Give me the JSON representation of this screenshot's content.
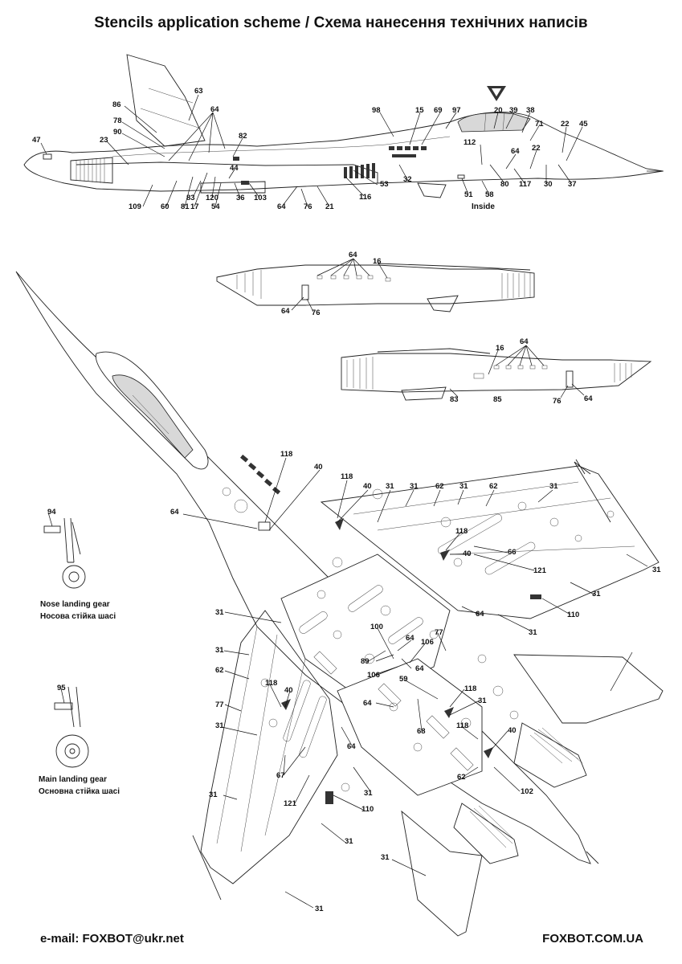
{
  "header": {
    "title": "Stencils application scheme / Схема нанесення технічних написів"
  },
  "footer": {
    "email": "e-mail: FOXBOT@ukr.net",
    "site": "FOXBOT.COM.UA"
  },
  "captions": {
    "inside": "Inside",
    "nose_gear_en": "Nose landing gear",
    "nose_gear_ua": "Носова стійка шасі",
    "main_gear_en": "Main landing gear",
    "main_gear_ua": "Основна стійка шасі"
  },
  "callouts": {
    "side_view": [
      "63",
      "64",
      "86",
      "78",
      "90",
      "23",
      "47",
      "82",
      "44",
      "98",
      "15",
      "69",
      "97",
      "20",
      "39",
      "38",
      "71",
      "22",
      "45",
      "112",
      "64",
      "22",
      "80",
      "117",
      "30",
      "37",
      "32",
      "51",
      "58",
      "53",
      "116",
      "109",
      "60",
      "81",
      "83",
      "120",
      "17",
      "54",
      "36",
      "103",
      "64",
      "76",
      "21"
    ],
    "nacelle_upper": [
      "64",
      "16",
      "64",
      "76"
    ],
    "nacelle_lower": [
      "16",
      "64",
      "83",
      "85",
      "76",
      "64"
    ],
    "plan_view": [
      "118",
      "40",
      "118",
      "40",
      "31",
      "31",
      "62",
      "31",
      "62",
      "31",
      "64",
      "118",
      "40",
      "66",
      "121",
      "31",
      "31",
      "110",
      "31",
      "64",
      "31",
      "31",
      "100",
      "77",
      "64",
      "106",
      "62",
      "106",
      "89",
      "64",
      "59",
      "118",
      "40",
      "118",
      "31",
      "77",
      "64",
      "68",
      "118",
      "40",
      "62",
      "31",
      "67",
      "64",
      "31",
      "121",
      "110",
      "102",
      "31",
      "31",
      "31",
      "31",
      "94",
      "95"
    ]
  }
}
